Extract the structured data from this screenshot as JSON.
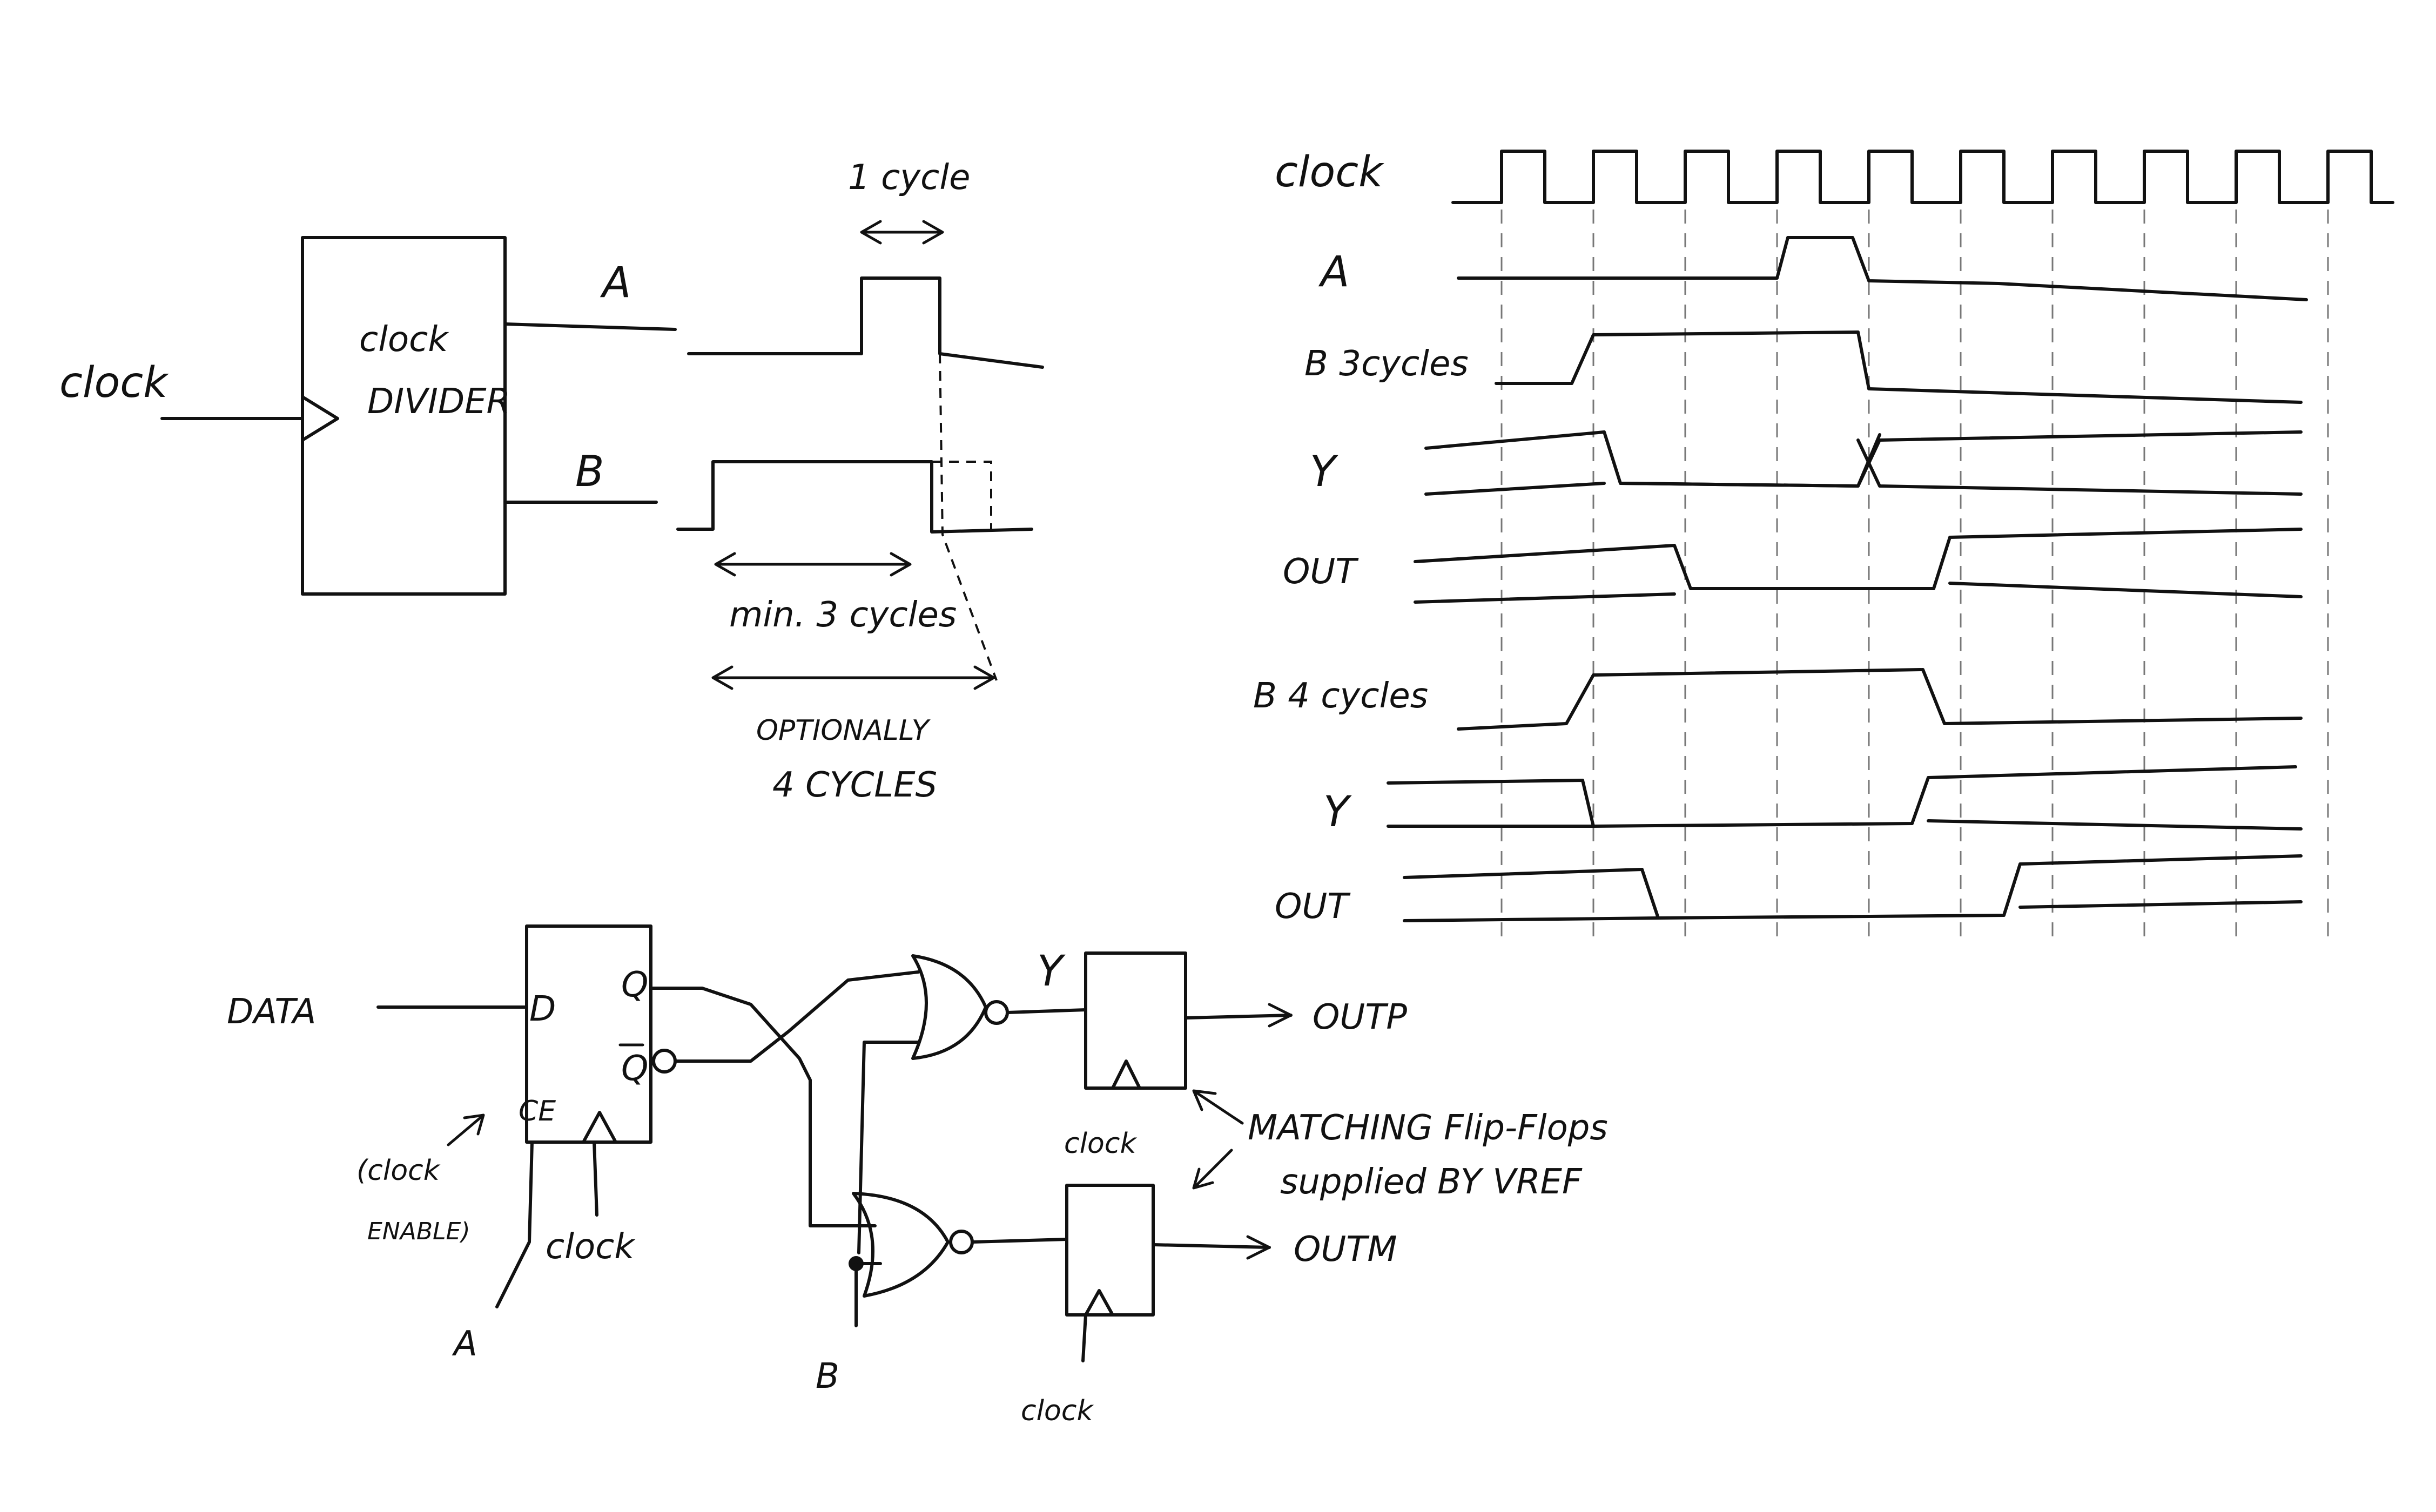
{
  "divider": {
    "input_label": "clock",
    "block_line1": "clock",
    "block_line2": "DIVIDER",
    "out_a": "A",
    "out_b": "B",
    "one_cycle": "1 cycle",
    "min_cycles": "min. 3 cycles",
    "optional_line1": "OPTIONALLY",
    "optional_line2": "4 CYCLES"
  },
  "timing": {
    "clock_label": "clock",
    "a_label": "A",
    "b3_label": "B 3cycles",
    "y1_label": "Y",
    "out1_label": "OUT",
    "b4_label": "B 4 cycles",
    "y2_label": "Y",
    "out2_label": "OUT"
  },
  "circuit": {
    "data_label": "DATA",
    "d_pin": "D",
    "q_pin": "Q",
    "qbar_pin": "Q",
    "ce_pin": "CE",
    "ce_note_line1": "(clock",
    "ce_note_line2": "ENABLE)",
    "ff_clock_label": "clock",
    "a_input": "A",
    "b_input": "B",
    "y_label": "Y",
    "outp_label": "OUTP",
    "outm_label": "OUTM",
    "ffp_clock_label": "clock",
    "ffm_clock_label": "clock",
    "note_line1": "MATCHING Flip-Flops",
    "note_line2": "supplied BY VREF"
  },
  "colors": {
    "ink": "#111111",
    "paper": "#ffffff",
    "grid": "#777777"
  }
}
